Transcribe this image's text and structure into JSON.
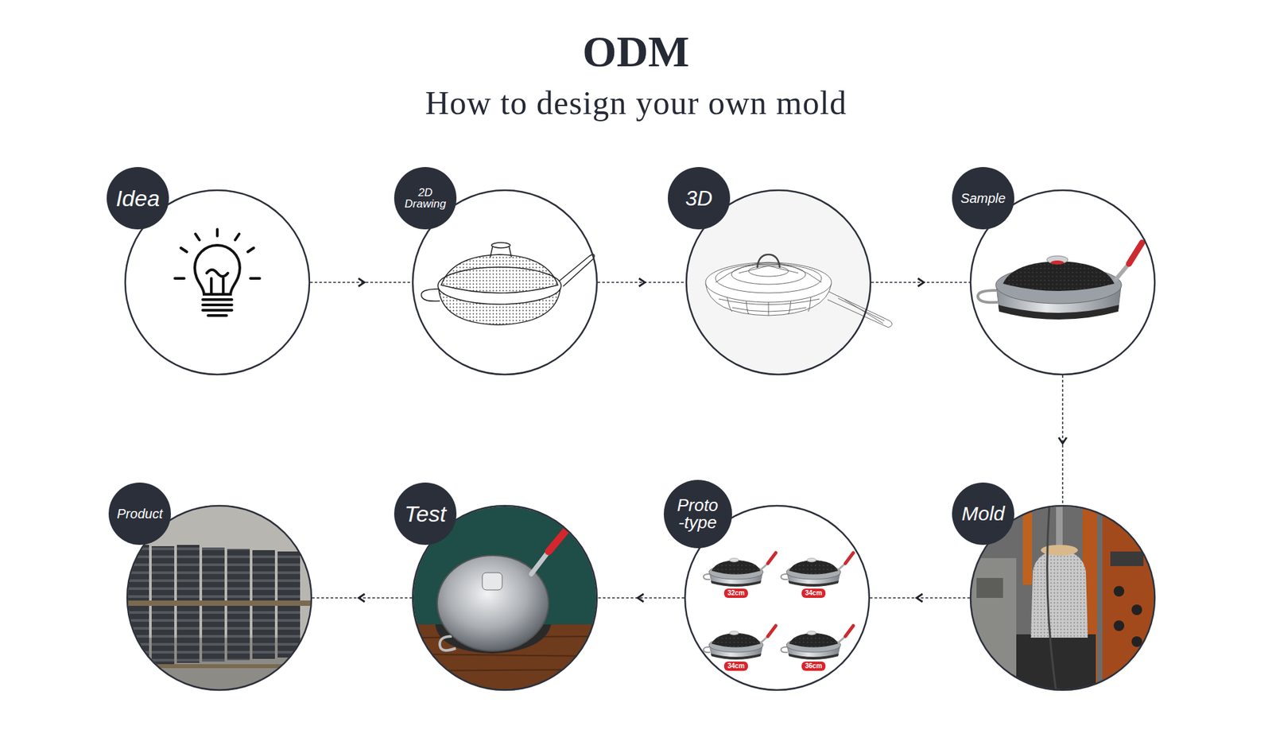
{
  "diagram": {
    "title": "ODM",
    "nodes": [
      {
        "text": [
          "Idea"
        ]
      },
      {
        "text": [
          "2D Drawing"
        ]
      },
      {
        "text": [
          "3D"
        ]
      },
      {
        "text": [
          "Sample"
        ]
      },
      {
        "text": [
          "Mold"
        ]
      },
      {
        "text": [
          "Proto -type"
        ]
      },
      {
        "text": [
          "Test"
        ]
      },
      {
        "text": [
          "Product"
        ]
      }
    ],
    "edges": [
      {
        "from": 0,
        "to": 1,
        "arrow": "to"
      },
      {
        "from": 1,
        "to": 2,
        "arrow": "to"
      },
      {
        "from": 2,
        "to": 3,
        "arrow": "to"
      },
      {
        "from": 3,
        "to": 4,
        "arrow": "to"
      },
      {
        "from": 4,
        "to": 5,
        "arrow": "to"
      },
      {
        "from": 5,
        "to": 6,
        "arrow": "to"
      },
      {
        "from": 6,
        "to": 7,
        "arrow": "to"
      }
    ],
    "labels": [
      "How to design your own mold",
      "32cm",
      "34cm",
      "34cm",
      "36cm"
    ]
  }
}
